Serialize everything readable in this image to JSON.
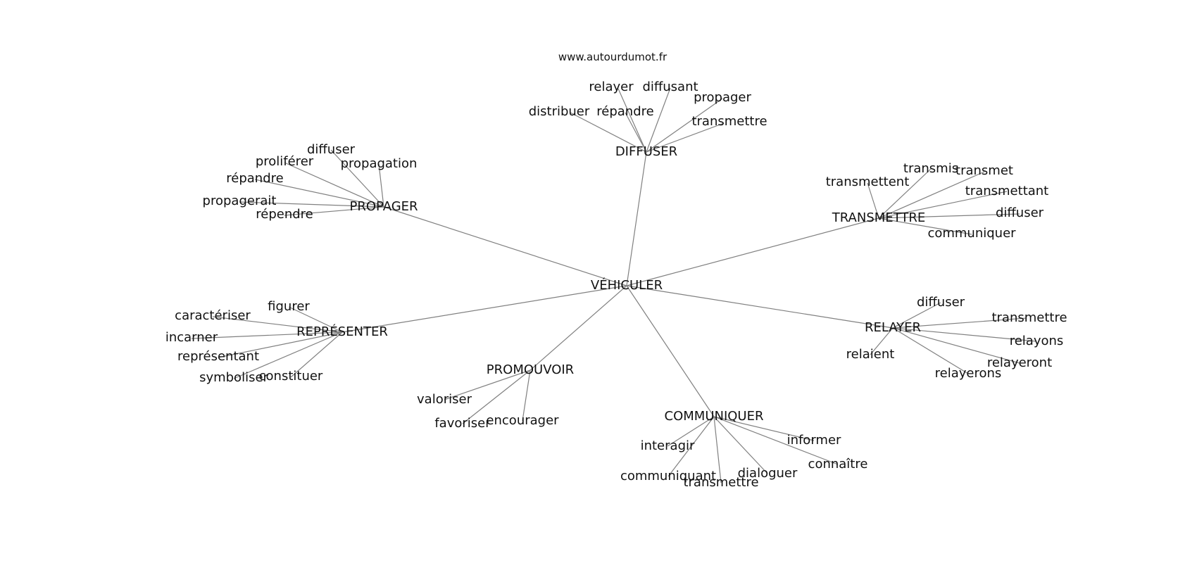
{
  "credit": "www.autourdumot.fr",
  "graph": {
    "center": "VÉHICULER",
    "hubs": [
      {
        "label": "DIFFUSER",
        "leaves": [
          "relayer",
          "diffusant",
          "propager",
          "distribuer",
          "répandre",
          "transmettre"
        ]
      },
      {
        "label": "PROPAGER",
        "leaves": [
          "diffuser",
          "proliférer",
          "propagation",
          "répandre",
          "propagerait",
          "répendre"
        ]
      },
      {
        "label": "TRANSMETTRE",
        "leaves": [
          "transmis",
          "transmet",
          "transmettent",
          "transmettant",
          "diffuser",
          "communiquer"
        ]
      },
      {
        "label": "REPRÉSENTER",
        "leaves": [
          "figurer",
          "caractériser",
          "incarner",
          "représentant",
          "symboliser",
          "constituer"
        ]
      },
      {
        "label": "RELAYER",
        "leaves": [
          "diffuser",
          "transmettre",
          "relayons",
          "relaient",
          "relayeront",
          "relayerons"
        ]
      },
      {
        "label": "PROMOUVOIR",
        "leaves": [
          "valoriser",
          "favoriser",
          "encourager"
        ]
      },
      {
        "label": "COMMUNIQUER",
        "leaves": [
          "interagir",
          "informer",
          "connaître",
          "communiquant",
          "dialoguer",
          "transmettre"
        ]
      }
    ]
  },
  "colors": {
    "edge": "#808080",
    "text": "#111111",
    "background": "#ffffff"
  }
}
